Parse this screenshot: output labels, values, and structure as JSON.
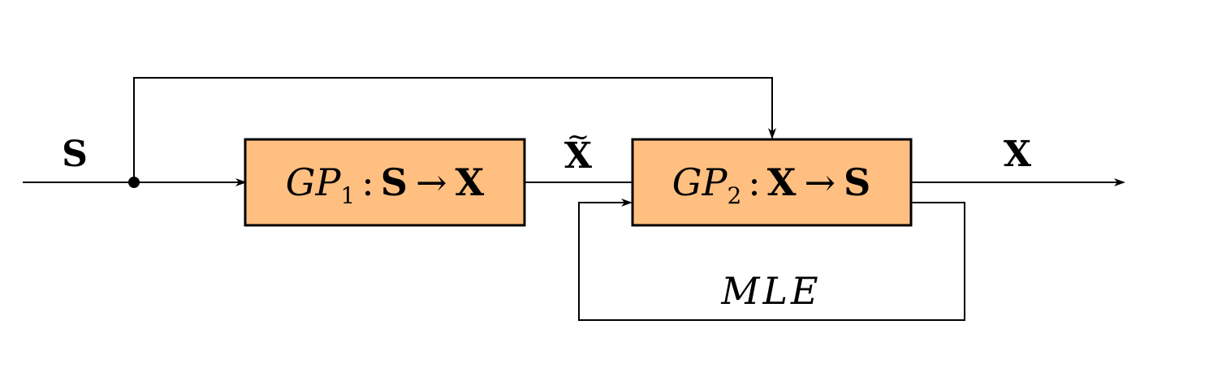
{
  "colors": {
    "box_fill": "#FFBF80",
    "stroke": "#000000",
    "background": "#FFFFFF"
  },
  "labels": {
    "input_signal": "S",
    "intermediate_signal": "X",
    "intermediate_tilde": "~",
    "output_signal": "X",
    "feedback": "MLE"
  },
  "blocks": {
    "gp1": {
      "name_main": "GP",
      "name_sub": "1",
      "colon": ":",
      "from": "S",
      "arrow": "→",
      "to": "X"
    },
    "gp2": {
      "name_main": "GP",
      "name_sub": "2",
      "colon": ":",
      "from": "X",
      "arrow": "→",
      "to": "S"
    }
  }
}
